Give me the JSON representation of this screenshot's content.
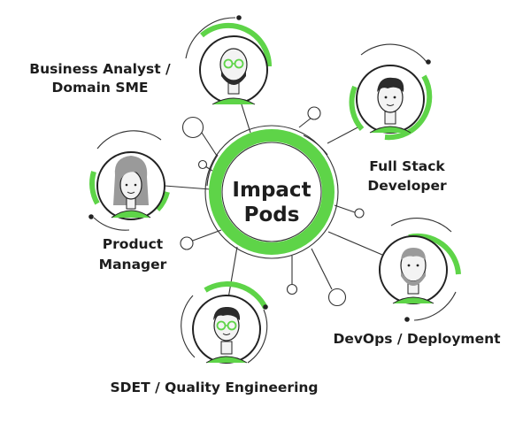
{
  "center": {
    "line1": "Impact",
    "line2": "Pods"
  },
  "roles": [
    {
      "id": "business-analyst",
      "line1": "Business Analyst /",
      "line2": "Domain SME",
      "avatar": "bald-bearded-man-with-glasses"
    },
    {
      "id": "full-stack-developer",
      "line1": "Full Stack",
      "line2": "Developer",
      "avatar": "man-with-dark-hair"
    },
    {
      "id": "product-manager",
      "line1": "Product",
      "line2": "Manager",
      "avatar": "woman-with-long-hair"
    },
    {
      "id": "devops",
      "line1": "DevOps / Deployment",
      "line2": "",
      "avatar": "bearded-man"
    },
    {
      "id": "sdet",
      "line1": "SDET / Quality Engineering",
      "line2": "",
      "avatar": "man-with-glasses"
    }
  ],
  "colors": {
    "accent": "#5ed448",
    "ink": "#1d1d1d",
    "skin": "#f3f3f3",
    "gray": "#9a9a9a",
    "beard": "#2b2b2b"
  }
}
